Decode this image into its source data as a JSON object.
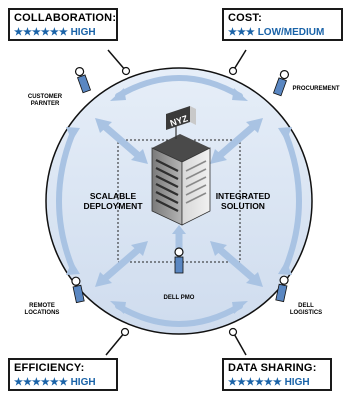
{
  "boxes": {
    "collaboration": {
      "title": "COLLABORATION:",
      "stars": "★★★★★★",
      "level": "HIGH"
    },
    "cost": {
      "title": "COST:",
      "stars": "★★★",
      "level": "LOW/MEDIUM"
    },
    "efficiency": {
      "title": "EFFICIENCY:",
      "stars": "★★★★★★",
      "level": "HIGH"
    },
    "data_sharing": {
      "title": "DATA SHARING:",
      "stars": "★★★★★★",
      "level": "HIGH"
    }
  },
  "labels": {
    "customer_partner": "CUSTOMER PARNTER",
    "procurement": "PROCUREMENT",
    "remote_locations": "REMOTE LOCATIONS",
    "dell_logistics": "DELL LOGISTICS",
    "dell_pmo": "DELL PMO",
    "scalable_deployment": "SCALABLE DEPLOYMENT",
    "integrated_solution": "INTEGRATED SOLUTION"
  },
  "building_sign": "NYZ",
  "colors": {
    "circle_fill": "#dce7f4",
    "arrow": "#a9c3e3",
    "rating_text": "#1a63a8",
    "person": "#5a87c2"
  },
  "icons": [
    "person-icon",
    "building-icon",
    "arrow-icon"
  ]
}
